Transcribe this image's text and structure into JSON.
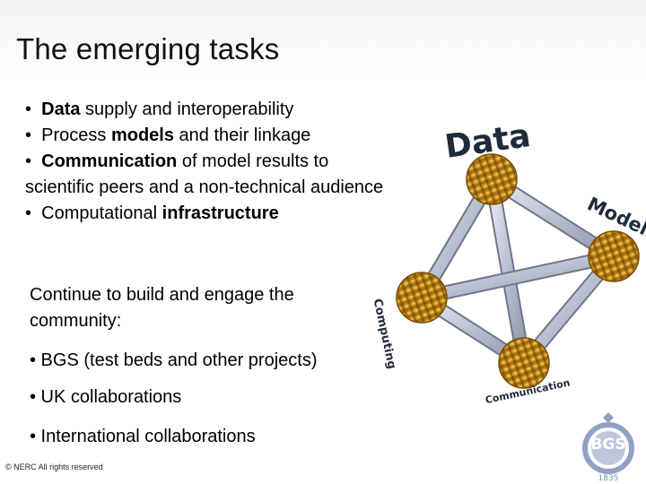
{
  "slide": {
    "title": "The emerging tasks",
    "bullets": [
      {
        "bullet": "•",
        "bold": "Data",
        "rest": " supply and interoperability"
      },
      {
        "bullet": "•",
        "pre": "Process ",
        "bold": "models",
        "rest": " and their linkage"
      },
      {
        "bullet": "•",
        "bold": "Communication",
        "rest": " of model results to"
      },
      {
        "continuation": "scientific peers and a non-technical audience"
      },
      {
        "bullet": "•",
        "pre": "Computational ",
        "bold": "infrastructure"
      }
    ],
    "continue_text": "Continue to build and engage the community:",
    "sub_bullets": [
      "• BGS (test beds and other projects)",
      "• UK collaborations",
      "• International collaborations"
    ],
    "footer": "© NERC All rights reserved"
  },
  "diagram": {
    "labels": {
      "data": "Data",
      "models": "Models",
      "computing": "Computing",
      "communication": "Communication"
    },
    "colors": {
      "node_gold": "#d89a1c",
      "strut": "#b9bfd0",
      "label": "#1f2a3a"
    }
  },
  "logo": {
    "name": "BGS",
    "year": "1835",
    "color": "#8090b8"
  }
}
